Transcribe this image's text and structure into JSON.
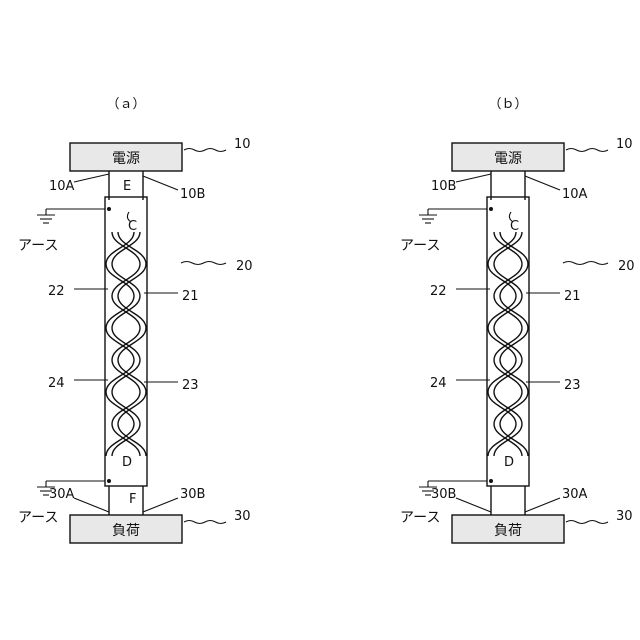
{
  "panels": [
    {
      "id": "a",
      "title": "（ａ）",
      "power_label": "電源",
      "load_label": "負荷",
      "ref_power": "10",
      "ref_load": "30",
      "ref_cable": "20",
      "ref_power_left": "10A",
      "ref_power_right": "10B",
      "ref_load_left": "30A",
      "ref_load_right": "30B",
      "ref_wire_22": "22",
      "ref_wire_21": "21",
      "ref_wire_24": "24",
      "ref_wire_23": "23",
      "point_top": "E",
      "point_c": "C",
      "point_d": "D",
      "point_bottom": "F",
      "earth_top": "アース",
      "earth_bottom": "アース"
    },
    {
      "id": "b",
      "title": "（ｂ）",
      "power_label": "電源",
      "load_label": "負荷",
      "ref_power": "10",
      "ref_load": "30",
      "ref_cable": "20",
      "ref_power_left": "10B",
      "ref_power_right": "10A",
      "ref_load_left": "30B",
      "ref_load_right": "30A",
      "ref_wire_22": "22",
      "ref_wire_21": "21",
      "ref_wire_24": "24",
      "ref_wire_23": "23",
      "point_c": "C",
      "point_d": "D",
      "earth_top": "アース",
      "earth_bottom": "アース"
    }
  ]
}
